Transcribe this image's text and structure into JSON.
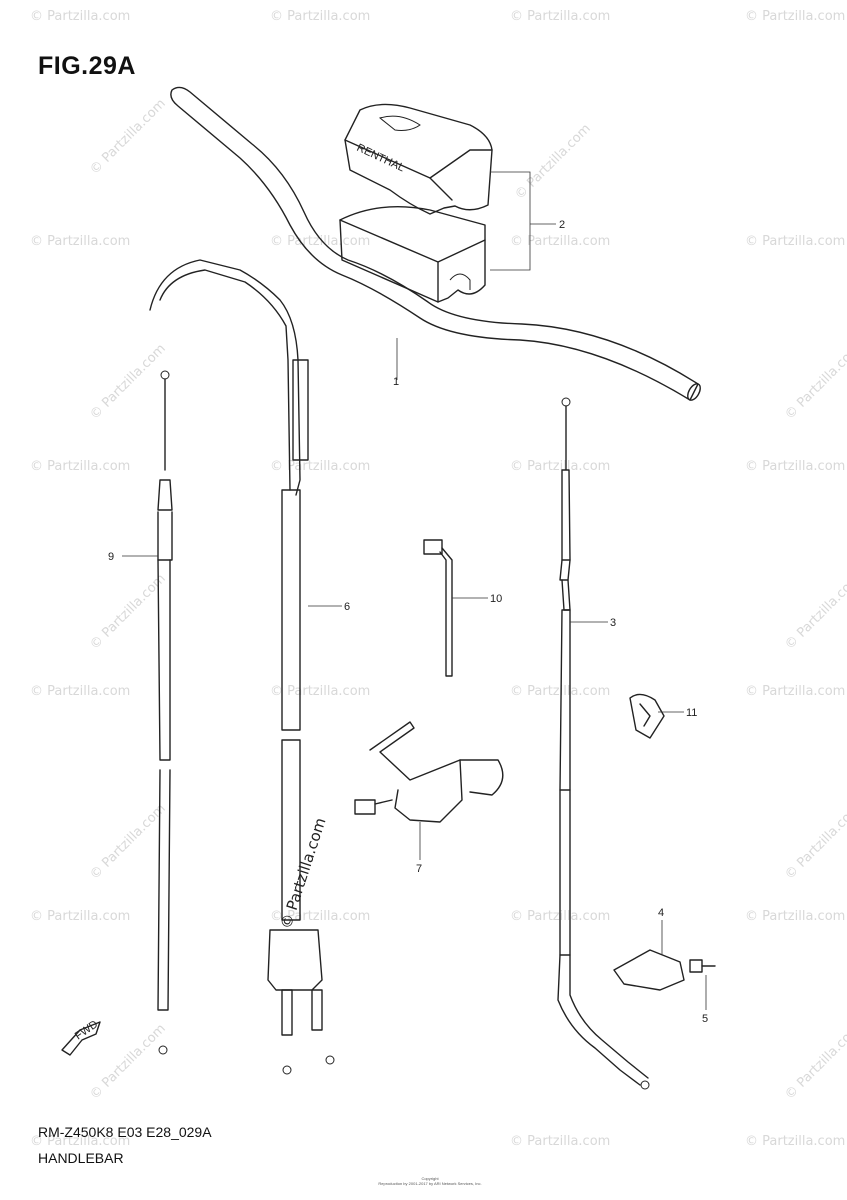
{
  "figure": {
    "title": "FIG.29A",
    "model_code": "RM-Z450K8 E03 E28_029A",
    "section_name": "HANDLEBAR",
    "copyright_line1": "Copyright",
    "copyright_line2": "Reproduction by 2001-2017 by ARI Network Services, Inc."
  },
  "watermark": {
    "text": "© Partzilla.com",
    "vertical_text": "© Partzilla.com"
  },
  "callouts": [
    {
      "id": "1",
      "label": "1"
    },
    {
      "id": "2",
      "label": "2"
    },
    {
      "id": "3",
      "label": "3"
    },
    {
      "id": "4",
      "label": "4"
    },
    {
      "id": "5",
      "label": "5"
    },
    {
      "id": "6",
      "label": "6"
    },
    {
      "id": "7",
      "label": "7"
    },
    {
      "id": "9",
      "label": "9"
    },
    {
      "id": "10",
      "label": "10"
    },
    {
      "id": "11",
      "label": "11"
    }
  ],
  "pad_brand": "RENTHAL",
  "direction_marker": "FWD",
  "colors": {
    "line": "#222222",
    "watermark": "#d8d8d8",
    "background": "#ffffff"
  }
}
